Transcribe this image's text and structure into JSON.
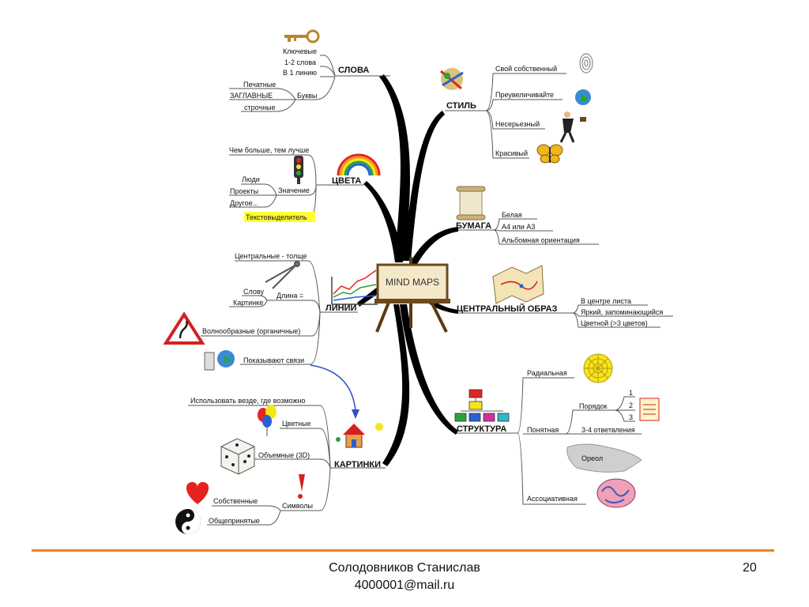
{
  "center": "MIND MAPS",
  "branches": {
    "words": {
      "title": "СЛОВА",
      "keywords": "Ключевые",
      "one_two_words": "1-2 слова",
      "one_line": "В 1 линию",
      "letters": "Буквы",
      "printed": "Печатные",
      "capitals": "ЗАГЛАВНЫЕ",
      "lowercase": "строчные"
    },
    "colors": {
      "title": "ЦВЕТА",
      "more_better": "Чем больше, тем лучше",
      "meaning": "Значение",
      "people": "Люди",
      "projects": "Проекты",
      "other": "Другое...",
      "highlighter": "Текстовыделитель",
      "highlight_color": "#ffff33"
    },
    "lines": {
      "title": "ЛИНИИ",
      "central_thicker": "Центральные - толще",
      "length_eq": "Длина =",
      "word": "Слову",
      "picture": "Картинке",
      "wavy": "Волнообразные (органичные)",
      "show_links": "Показывают связи"
    },
    "pictures": {
      "title": "КАРТИНКИ",
      "use_everywhere": "Использовать везде, где возможно",
      "colored": "Цветные",
      "three_d": "Объемные (3D)",
      "symbols": "Символы",
      "own": "Собственные",
      "common": "Общепринятые"
    },
    "style": {
      "title": "СТИЛЬ",
      "own": "Свой собственный",
      "exaggerate": "Преувеличивайте",
      "unserious": "Несерьезный",
      "beautiful": "Красивый"
    },
    "paper": {
      "title": "БУМАГА",
      "white": "Белая",
      "size": "А4 или А3",
      "landscape": "Альбомная ориентация"
    },
    "central_image": {
      "title": "ЦЕНТРАЛЬНЫЙ ОБРАЗ",
      "center_sheet": "В центре листа",
      "bright": "Яркий, запоминающийся",
      "colored": "Цветной (>3 цветов)"
    },
    "structure": {
      "title": "СТРУКТУРА",
      "radial": "Радиальная",
      "clear": "Понятная",
      "order": "Порядок",
      "n1": "1",
      "n2": "2",
      "n3": "3",
      "branches_3_4": "3-4 ответвления",
      "halo": "Ореол",
      "associative": "Ассоциативная"
    }
  },
  "footer": {
    "author": "Солодовников Станислав",
    "email": "4000001@mail.ru",
    "page": "20",
    "line_color": "#f0821e"
  }
}
